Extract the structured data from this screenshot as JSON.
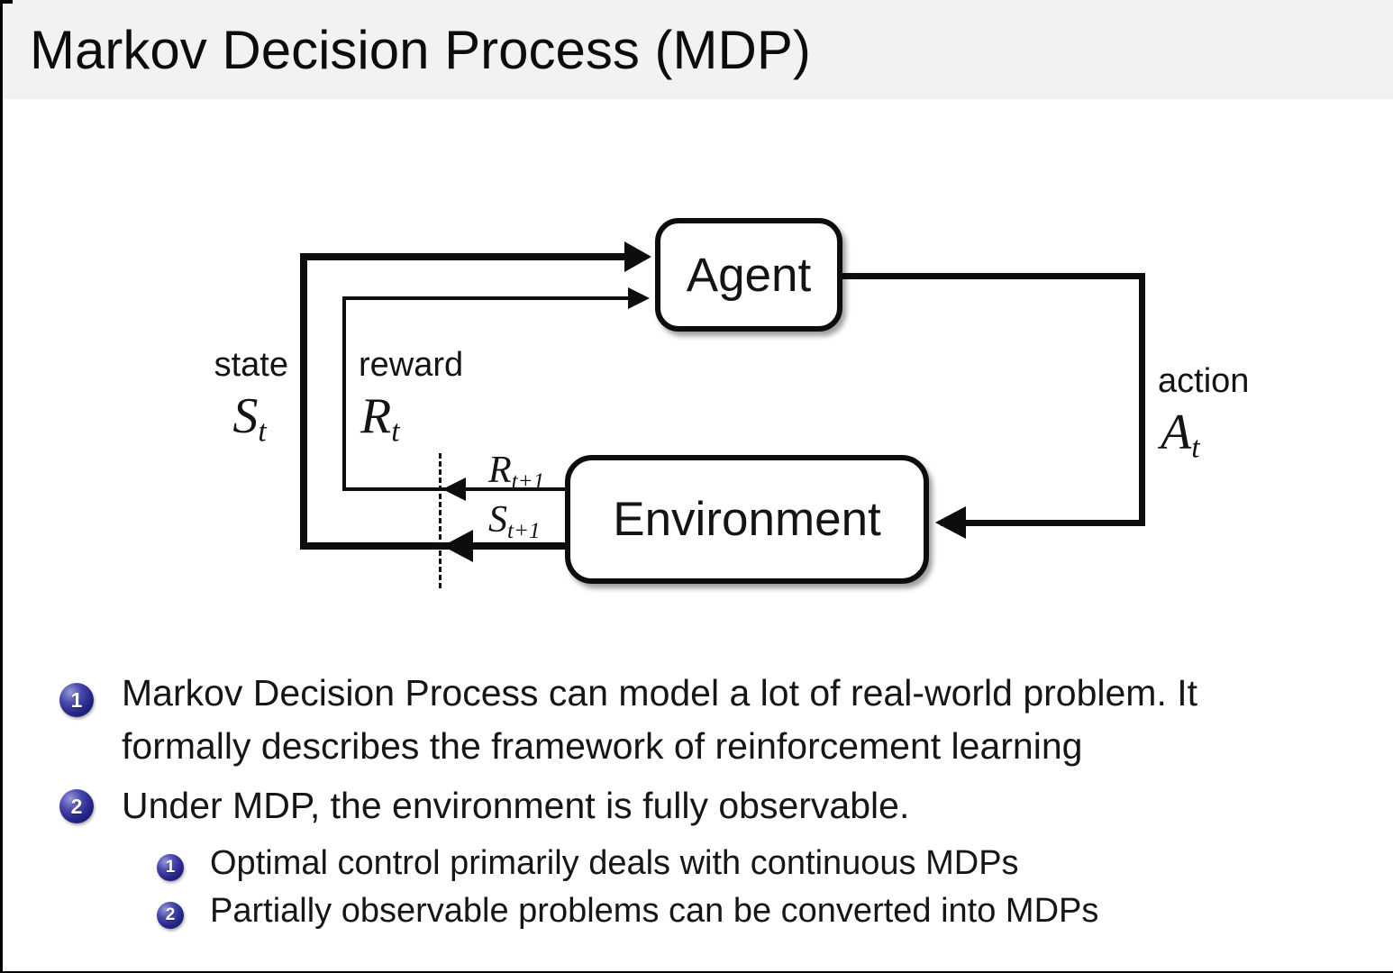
{
  "slide": {
    "title": "Markov Decision Process (MDP)"
  },
  "diagram": {
    "agent_label": "Agent",
    "environment_label": "Environment",
    "state_label": "state",
    "reward_label": "reward",
    "action_label": "action",
    "state_symbol": {
      "base": "S",
      "sub": "t"
    },
    "reward_symbol": {
      "base": "R",
      "sub": "t"
    },
    "action_symbol": {
      "base": "A",
      "sub": "t"
    },
    "next_reward_symbol": {
      "base": "R",
      "sub": "t+1"
    },
    "next_state_symbol": {
      "base": "S",
      "sub": "t+1"
    }
  },
  "bullets": {
    "item1": {
      "number": "1",
      "line1": "Markov Decision Process can model a lot of real-world problem. It",
      "line2": "formally describes the framework of reinforcement learning"
    },
    "item2": {
      "number": "2",
      "line1": "Under MDP, the environment is fully observable.",
      "sub1": {
        "number": "1",
        "text": "Optimal control primarily deals with continuous MDPs"
      },
      "sub2": {
        "number": "2",
        "text": "Partially observable problems can be converted into MDPs"
      }
    }
  },
  "colors": {
    "title_band_bg": "#f2f2f2",
    "slide_bg": "#ffffff",
    "text": "#1a1a1a",
    "diagram_line": "#0d0d0d",
    "bullet_ball": "#2e2e96"
  }
}
